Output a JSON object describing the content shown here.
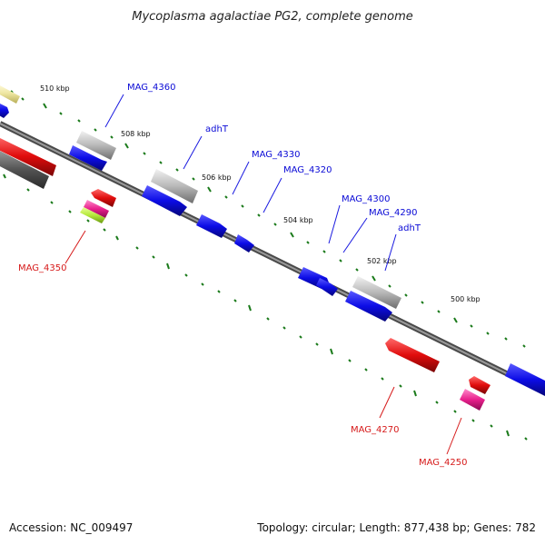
{
  "header": {
    "title": "Mycoplasma agalactiae PG2, complete genome"
  },
  "footer": {
    "accession": "Accession: NC_009497",
    "summary": "Topology: circular; Length: 877,438 bp; Genes: 782"
  },
  "ruler": {
    "labels": [
      "510 kbp",
      "508 kbp",
      "506 kbp",
      "504 kbp",
      "502 kbp",
      "500 kbp"
    ]
  },
  "genes": {
    "forward": [
      "MAG_4360",
      "adhT",
      "MAG_4330",
      "MAG_4320",
      "MAG_4300",
      "MAG_4290",
      "adhT"
    ],
    "reverse": [
      "MAG_4350",
      "MAG_4270",
      "MAG_4250"
    ]
  },
  "colors": {
    "forward_label": "#0a0ad6",
    "reverse_label": "#d61a1a",
    "cds_blue": "#1010e0",
    "cds_red": "#e01010",
    "rna_grey": "#b8b8b8",
    "pink": "#e8208c",
    "yellow": "#eee6a0",
    "green_ticks": "#1a7a1a",
    "backbone": "#7a7a7a"
  }
}
